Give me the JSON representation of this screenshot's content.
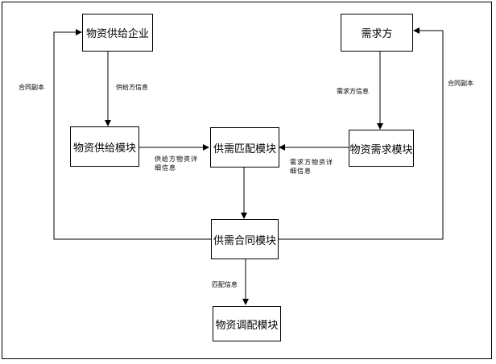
{
  "nodes": {
    "supplier_company": "物资供给企业",
    "demander": "需求方",
    "supply_module": "物资供给模块",
    "match_module": "供需匹配模块",
    "demand_module": "物资需求模块",
    "contract_module": "供需合同模块",
    "dispatch_module": "物资调配模块"
  },
  "labels": {
    "supplier_info": "供给方信息",
    "demander_info": "需求方信息",
    "supplier_detail": "供给方物资详细信息",
    "demander_detail": "需求方物资详细信息",
    "contract_left": "合同副本",
    "contract_right": "合同副本",
    "match_info": "匹配信息"
  }
}
